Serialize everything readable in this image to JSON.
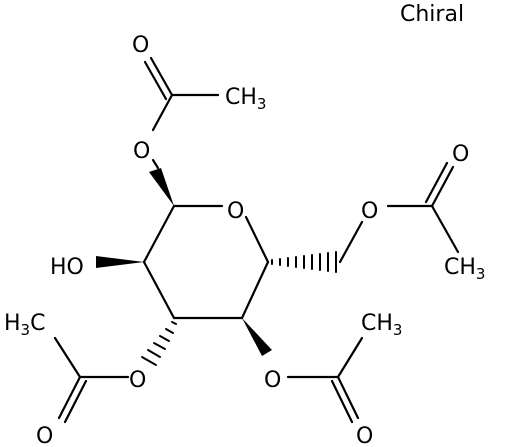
{
  "label_chiral": "Chiral",
  "atoms": {
    "o_ketone_top": "O",
    "o_ester_top": "O",
    "ch3_top": "CH",
    "ch3_top_sub": "3",
    "o_ring": "O",
    "o_ester_right": "O",
    "o_ketone_right": "O",
    "ch3_right": "CH",
    "ch3_right_sub": "3",
    "ho": "HO",
    "h3c_left_h": "H",
    "h3c_left_sub": "3",
    "h3c_left_c": "C",
    "o_ester_left": "O",
    "o_ketone_left": "O",
    "ch3_bottom": "CH",
    "ch3_bottom_sub": "3",
    "o_ester_bottom": "O",
    "o_ketone_bottom": "O"
  },
  "colors": {
    "ink": "#000000",
    "background": "#ffffff"
  }
}
